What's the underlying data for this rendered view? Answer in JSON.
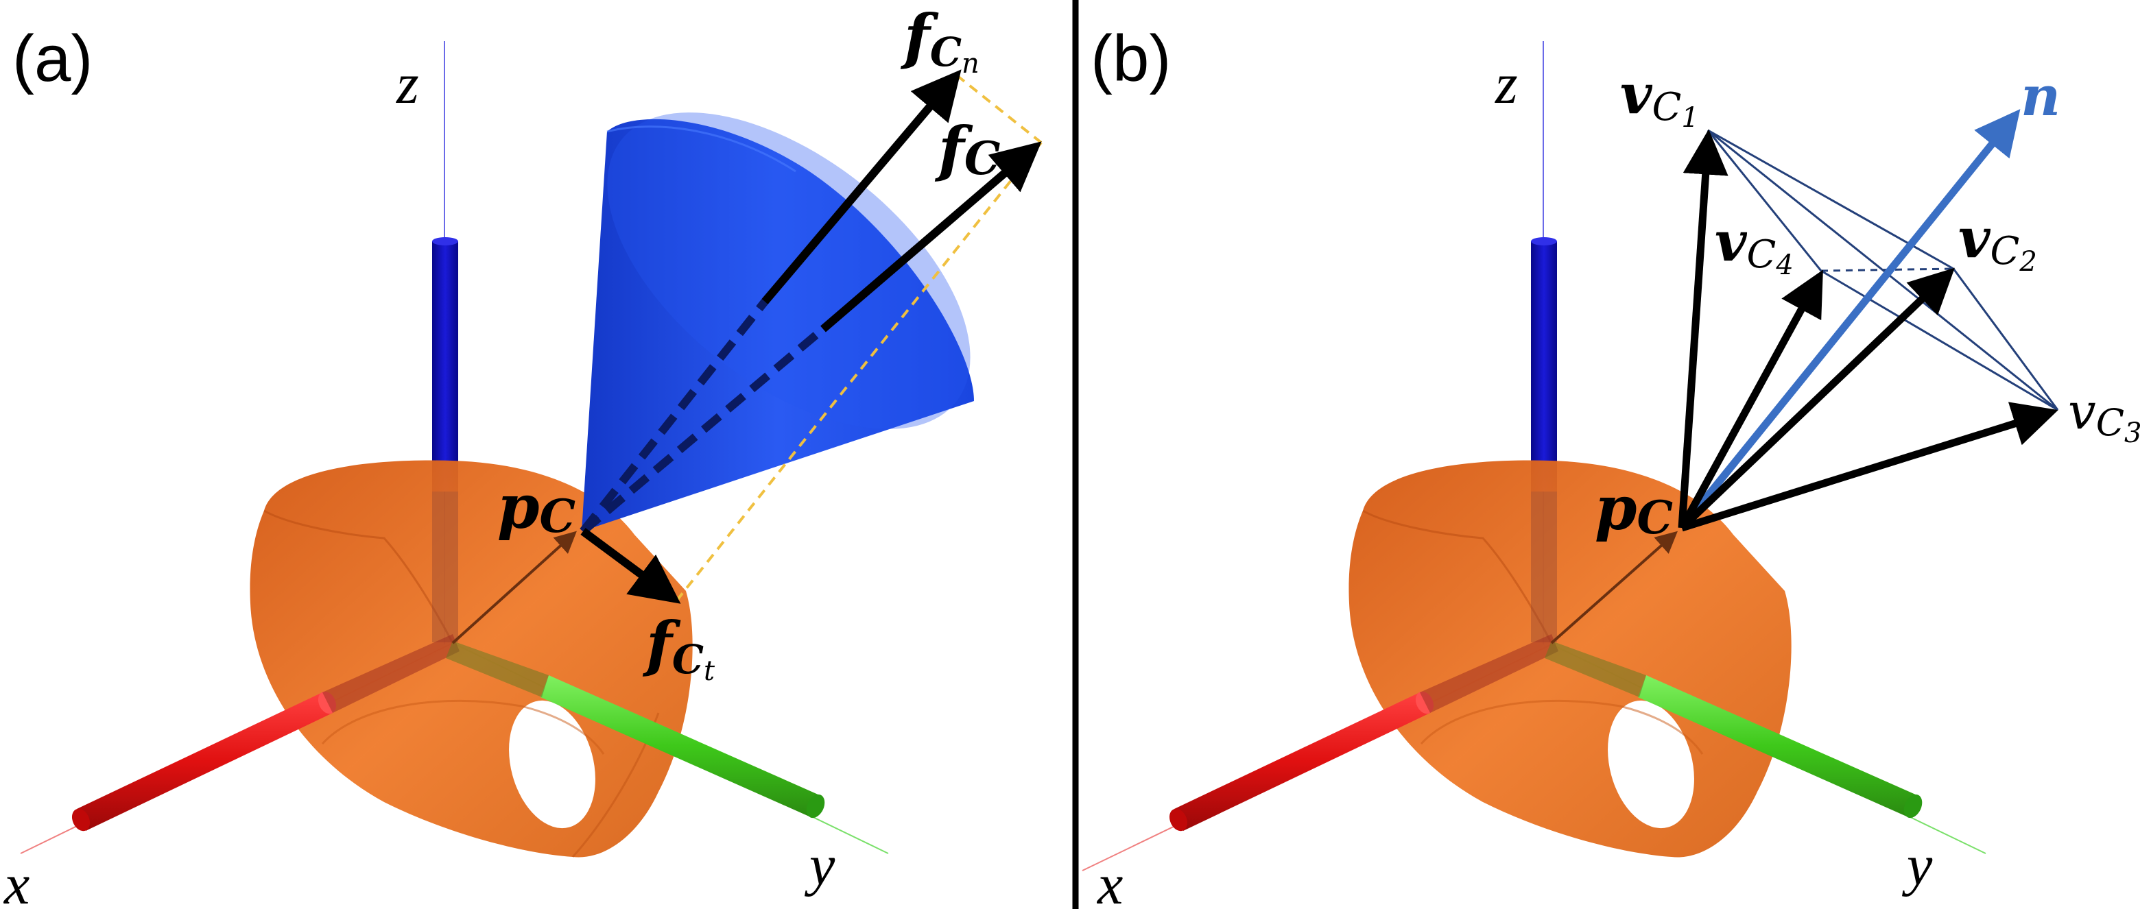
{
  "panels": {
    "a": {
      "label": "(a)",
      "axes": {
        "x": "x",
        "y": "y",
        "z": "z"
      },
      "labels": {
        "fcn_base": "f",
        "fcn_sub": "C",
        "fcn_subsub": "n",
        "fc_base": "f",
        "fc_sub": "C",
        "pc_base": "p",
        "pc_sub": "C",
        "fct_base": "f",
        "fct_sub": "C",
        "fct_subsub": "t"
      }
    },
    "b": {
      "label": "(b)",
      "axes": {
        "x": "x",
        "y": "y",
        "z": "z"
      },
      "labels": {
        "n": "n",
        "pc_base": "p",
        "pc_sub": "C",
        "v_base": "v",
        "v_sub": "C",
        "v1_index": "1",
        "v2_index": "2",
        "v3_index": "3",
        "v4_index": "4"
      }
    }
  },
  "colors": {
    "cone": "#1f4fe6",
    "shell": "#e8661a",
    "x_axis": "#e01010",
    "y_axis": "#3ec81a",
    "z_axis": "#1010c8",
    "normal_vector": "#3a6fc4",
    "pyramid": "#24407a",
    "dashed_parallelogram": "#f0c040"
  },
  "icons": {
    "cone": "friction-cone",
    "shell": "orange-shell-object",
    "pyramid": "polyhedral-friction-pyramid"
  }
}
